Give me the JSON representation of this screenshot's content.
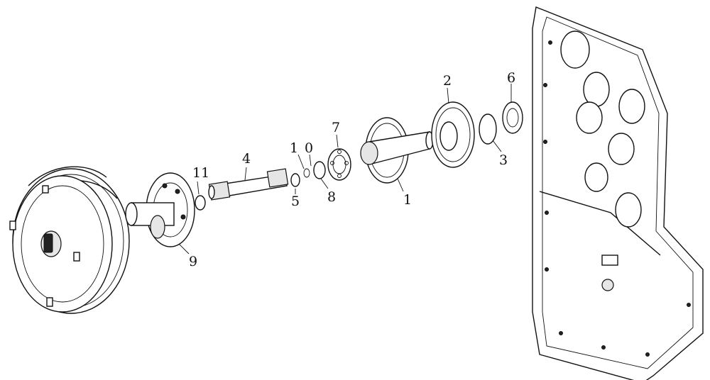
{
  "callouts": [
    {
      "id": "c-11",
      "text": "11"
    },
    {
      "id": "c-4",
      "text": "4"
    },
    {
      "id": "c-5",
      "text": "5"
    },
    {
      "id": "c-1a",
      "text": "1"
    },
    {
      "id": "c-0",
      "text": "0"
    },
    {
      "id": "c-8",
      "text": "8"
    },
    {
      "id": "c-7",
      "text": "7"
    },
    {
      "id": "c-1b",
      "text": "1"
    },
    {
      "id": "c-2",
      "text": "2"
    },
    {
      "id": "c-3",
      "text": "3"
    },
    {
      "id": "c-6",
      "text": "6"
    },
    {
      "id": "c-9",
      "text": "9"
    }
  ],
  "colors": {
    "ink": "#111111",
    "background": "#ffffff"
  }
}
